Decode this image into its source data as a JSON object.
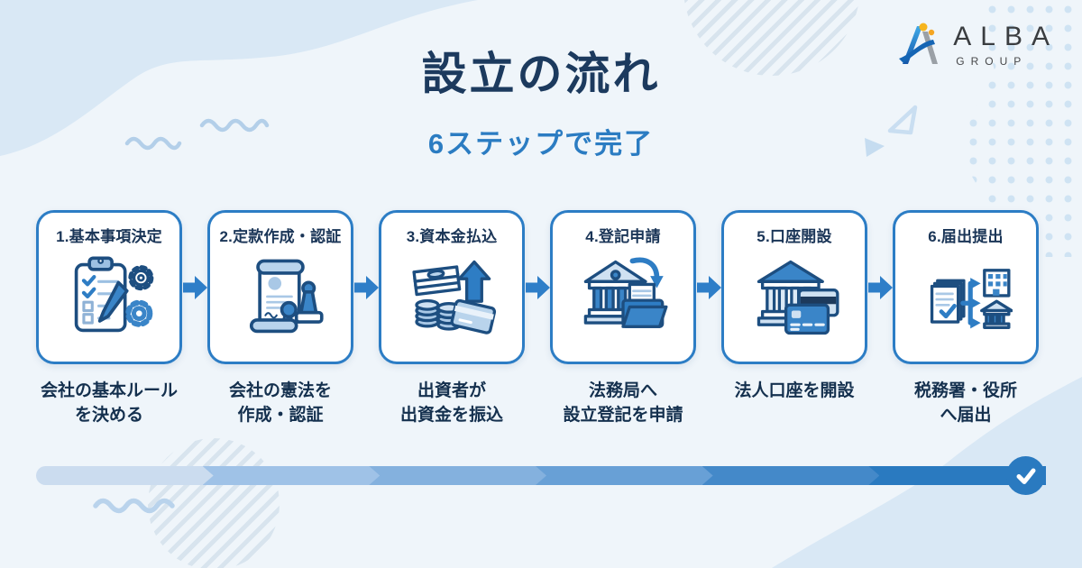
{
  "header": {
    "title": "設立の流れ",
    "subtitle": "6ステップで完了"
  },
  "logo": {
    "name": "ALBA",
    "subname": "GROUP",
    "icon": "alba-mountain-a-icon"
  },
  "steps": [
    {
      "title": "1.基本事項決定",
      "caption": "会社の基本ルール\nを決める",
      "icon": "clipboard-checklist-icon"
    },
    {
      "title": "2.定款作成・認証",
      "caption": "会社の憲法を\n作成・認証",
      "icon": "scroll-seal-stamp-icon"
    },
    {
      "title": "3.資本金払込",
      "caption": "出資者が\n出資金を振込",
      "icon": "money-deposit-icon"
    },
    {
      "title": "4.登記申請",
      "caption": "法務局へ\n設立登記を申請",
      "icon": "bank-folder-submit-icon"
    },
    {
      "title": "5.口座開設",
      "caption": "法人口座を開設",
      "icon": "bank-credit-card-icon"
    },
    {
      "title": "6.届出提出",
      "caption": "税務署・役所\nへ届出",
      "icon": "documents-to-offices-icon"
    }
  ],
  "progress": {
    "segment_colors": [
      "#cbdcef",
      "#9fc2e7",
      "#84b1de",
      "#68a0d6",
      "#4489c9",
      "#2a7ac0"
    ],
    "end_icon": "check",
    "check_glyph": "✓"
  },
  "colors": {
    "background": "#eff5fa",
    "wave": "#d9e8f5",
    "navy_text": "#1c3a5e",
    "accent_blue": "#2b7cc2",
    "card_border": "#2c7dc5",
    "arrow": "#2e7ec8",
    "logo_yellow": "#f6b51e"
  }
}
